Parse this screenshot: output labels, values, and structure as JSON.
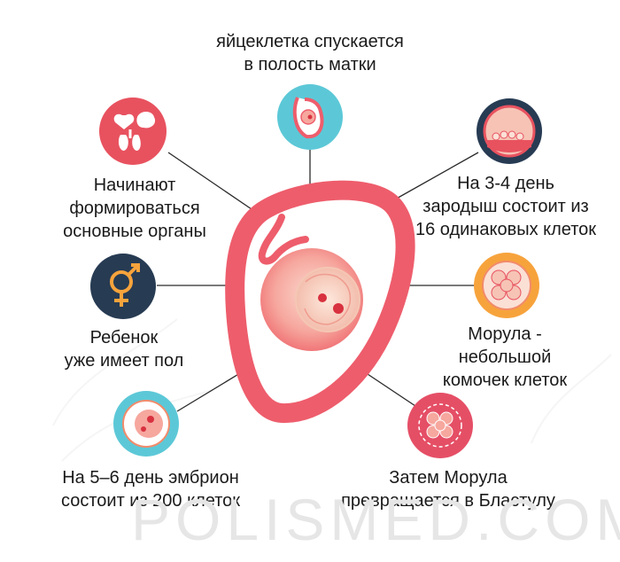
{
  "labels": {
    "top": [
      "яйцеклетка спускается",
      "в полость матки"
    ],
    "upper_left": [
      "Начинают",
      "формироваться",
      "основные органы"
    ],
    "upper_right": [
      "На 3-4 день",
      "зародыш состоит из",
      "16 одинаковых клеток"
    ],
    "mid_left": [
      "Ребенок",
      "уже имеет пол"
    ],
    "mid_right": [
      "Морула -",
      "небольшой",
      "комочек клеток"
    ],
    "bottom_left": [
      "На 5–6 день эмбрион",
      "состоит из 200 клеток"
    ],
    "bottom_right": [
      "Затем Морула",
      "превращается в Бластулу"
    ]
  },
  "watermark": "POLISMED.COM",
  "icons": {
    "top": "egg-cell-descending-icon",
    "upper_left": "organs-icon",
    "upper_right": "embryo-16-cells-icon",
    "mid_left": "gender-symbol-icon",
    "mid_right": "morula-icon",
    "bottom_left": "embryo-200-cells-icon",
    "bottom_right": "blastula-icon",
    "center": "uterus-with-embryo-icon"
  },
  "colors": {
    "uterus": "#ee5d6c",
    "red_circle": "#e8525f",
    "teal_circle": "#5cc8d7",
    "navy_circle": "#273b53",
    "orange_circle": "#f7a33c",
    "pink_circle": "#e54f66",
    "connector": "#2a2a2a",
    "text": "#1a1a1a"
  }
}
